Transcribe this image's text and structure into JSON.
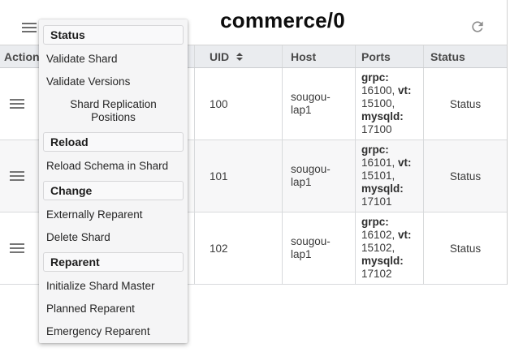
{
  "header": {
    "title": "commerce/0"
  },
  "icons": {
    "menu": "hamburger-icon",
    "refresh": "refresh-icon",
    "sort": "sort-updown-icon"
  },
  "action_menu": {
    "sections": [
      {
        "header": "Status",
        "items": [
          {
            "label": "Validate Shard",
            "centered": false
          },
          {
            "label": "Validate Versions",
            "centered": false
          },
          {
            "label": "Shard Replication Positions",
            "centered": true
          }
        ]
      },
      {
        "header": "Reload",
        "items": [
          {
            "label": "Reload Schema in Shard",
            "centered": false
          }
        ]
      },
      {
        "header": "Change",
        "items": [
          {
            "label": "Externally Reparent",
            "centered": false
          },
          {
            "label": "Delete Shard",
            "centered": false
          }
        ]
      },
      {
        "header": "Reparent",
        "items": [
          {
            "label": "Initialize Shard Master",
            "centered": false
          },
          {
            "label": "Planned Reparent",
            "centered": false
          },
          {
            "label": "Emergency Reparent",
            "centered": false
          }
        ]
      }
    ]
  },
  "table": {
    "columns": [
      {
        "label": "Actions",
        "sortable": false
      },
      {
        "label": "",
        "sortable": false
      },
      {
        "label": "UID",
        "sortable": true
      },
      {
        "label": "Host",
        "sortable": false
      },
      {
        "label": "Ports",
        "sortable": false
      },
      {
        "label": "Status",
        "sortable": false
      }
    ],
    "rows": [
      {
        "uid": "100",
        "host": "sougou-lap1",
        "ports": [
          {
            "name": "grpc",
            "value": "16100"
          },
          {
            "name": "vt",
            "value": "15100"
          },
          {
            "name": "mysqld",
            "value": "17100"
          }
        ],
        "status": "Status"
      },
      {
        "uid": "101",
        "host": "sougou-lap1",
        "ports": [
          {
            "name": "grpc",
            "value": "16101"
          },
          {
            "name": "vt",
            "value": "15101"
          },
          {
            "name": "mysqld",
            "value": "17101"
          }
        ],
        "status": "Status"
      },
      {
        "uid": "102",
        "host": "sougou-lap1",
        "ports": [
          {
            "name": "grpc",
            "value": "16102"
          },
          {
            "name": "vt",
            "value": "15102"
          },
          {
            "name": "mysqld",
            "value": "17102"
          }
        ],
        "status": "Status"
      }
    ]
  },
  "colors": {
    "header_bg": "#eaecef",
    "row_alt_bg": "#f7f7f8",
    "menu_bg": "#f5f5f6",
    "border": "#d8dadc",
    "text": "#3b3b3b"
  }
}
